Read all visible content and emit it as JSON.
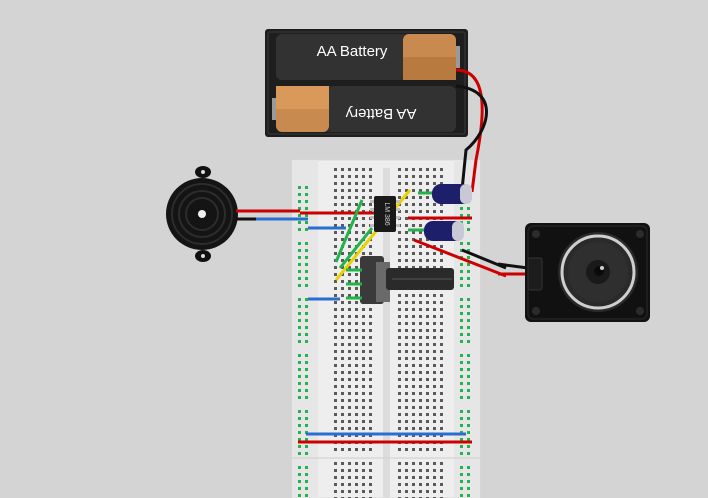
{
  "battery_pack": {
    "cells": [
      {
        "label": "AA Battery"
      },
      {
        "label": "AA Battery"
      }
    ]
  },
  "ic_chip": {
    "label": "LM 386"
  },
  "colors": {
    "background": "#d4d4d4",
    "breadboard": "#eeeeee",
    "battery_body": "#2b2b2b",
    "battery_cap": "#c88a4e",
    "wire_red": "#cc0000",
    "wire_black": "#111111",
    "wire_blue": "#2a6fd0",
    "wire_green": "#22b44a",
    "wire_yellow": "#e8d200",
    "capacitor": "#1d1f6b",
    "speaker_body": "#111111"
  }
}
